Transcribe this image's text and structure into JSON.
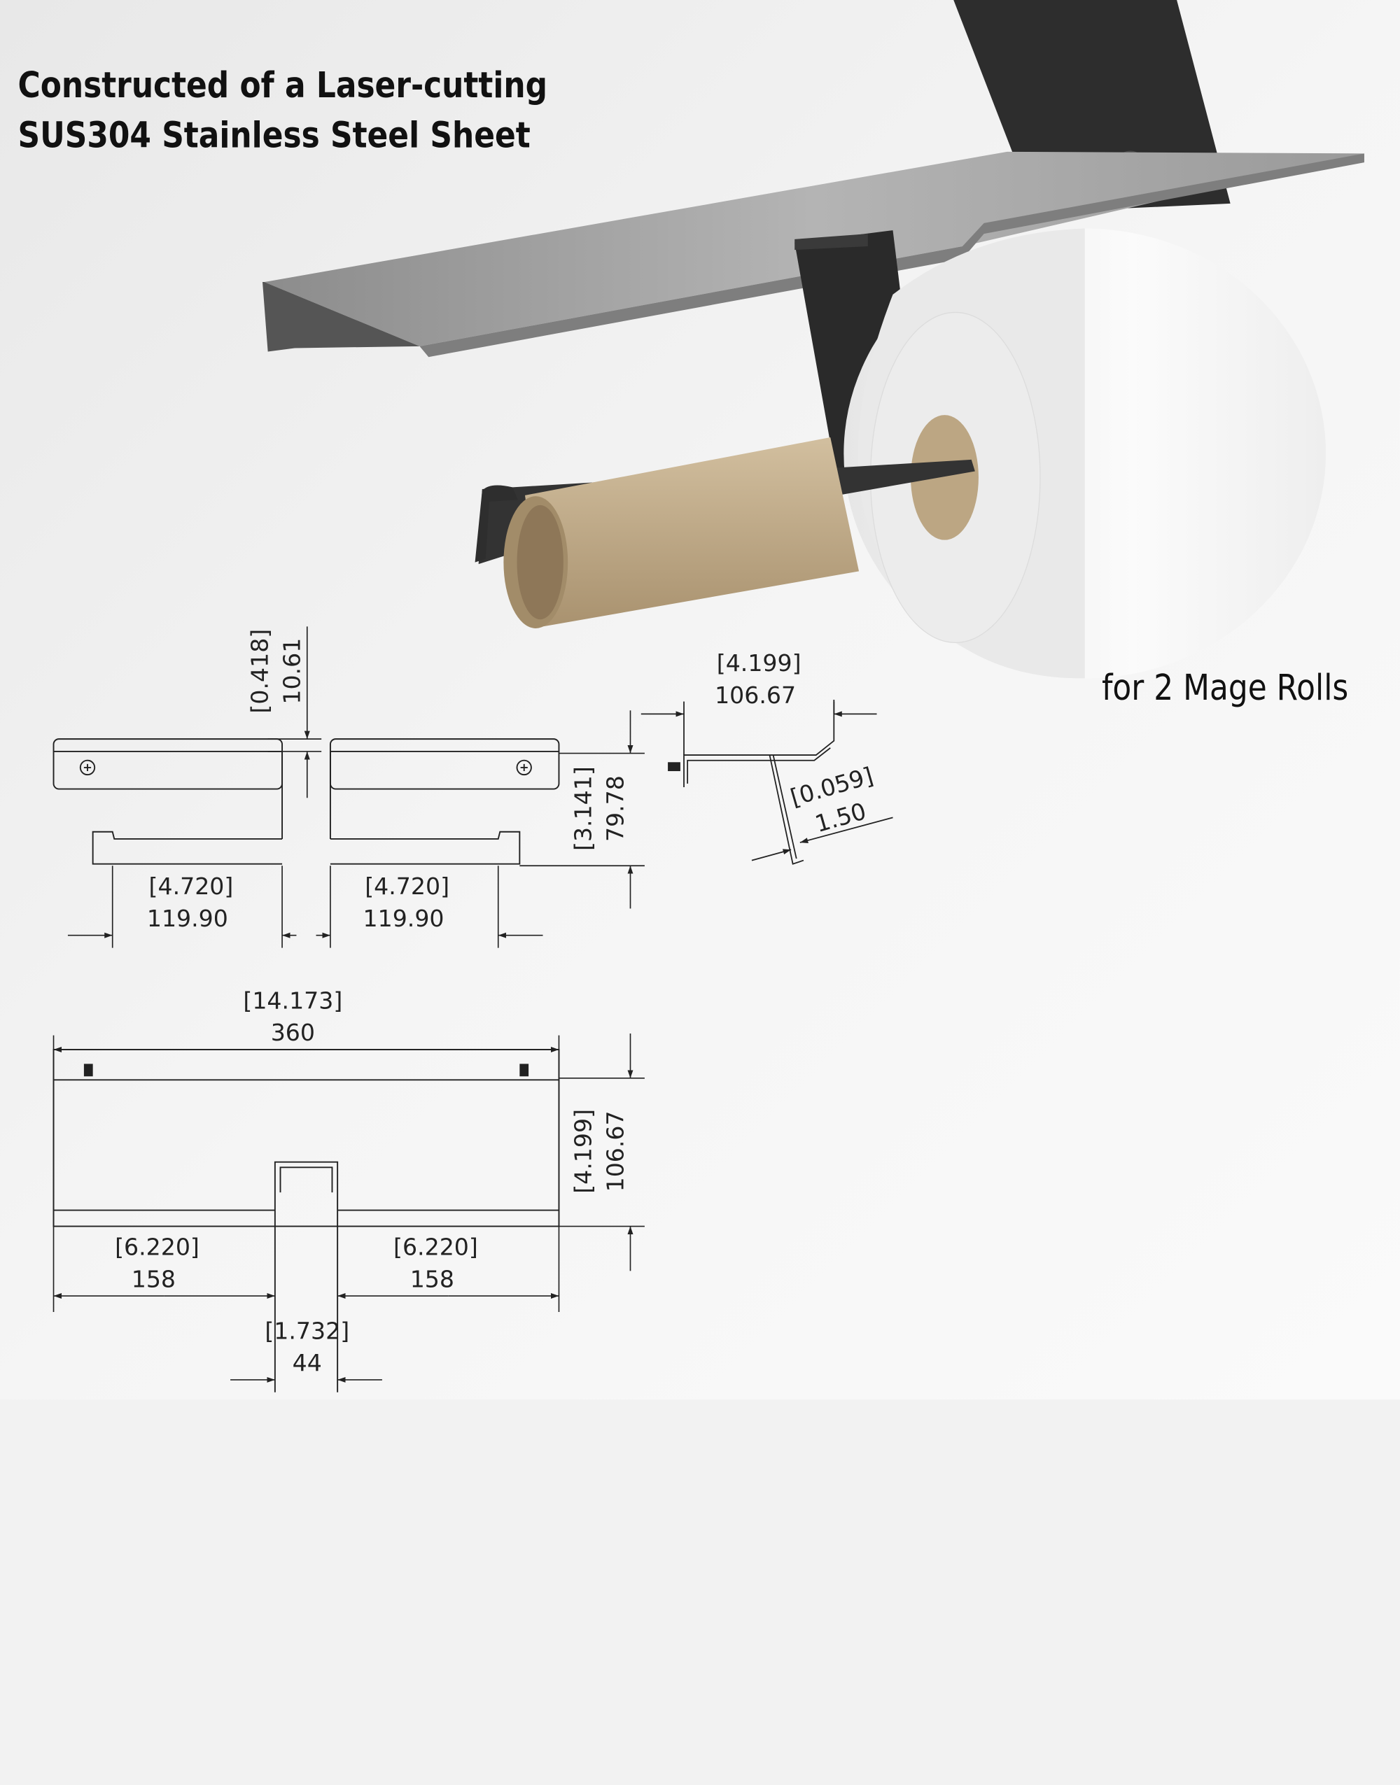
{
  "headline": {
    "line1": "Constructed of a Laser-cutting",
    "line2": "SUS304 Stainless Steel Sheet"
  },
  "caption": "for 2 Mage Rolls",
  "dimensions": {
    "paper_gap": {
      "inch": "0.418",
      "mm": "10.61"
    },
    "height_front": {
      "inch": "3.141",
      "mm": "79.78"
    },
    "arm_left": {
      "inch": "4.720",
      "mm": "119.90"
    },
    "arm_right": {
      "inch": "4.720",
      "mm": "119.90"
    },
    "side_depth": {
      "inch": "4.199",
      "mm": "106.67"
    },
    "sheet_thickness": {
      "inch": "0.059",
      "mm": "1.50"
    },
    "total_width": {
      "inch": "14.173",
      "mm": "360"
    },
    "depth_top": {
      "inch": "4.199",
      "mm": "106.67"
    },
    "shelf_left": {
      "inch": "6.220",
      "mm": "158"
    },
    "shelf_right": {
      "inch": "6.220",
      "mm": "158"
    },
    "bracket_width": {
      "inch": "1.732",
      "mm": "44"
    }
  },
  "colors": {
    "background": "#f2f2f2",
    "steel_shelf": "#a9a9a9",
    "black_bracket": "#2b2b2b",
    "cardboard_tube": "#c2ad8d",
    "paper_roll": "#f7f7f7",
    "line": "#222222"
  }
}
